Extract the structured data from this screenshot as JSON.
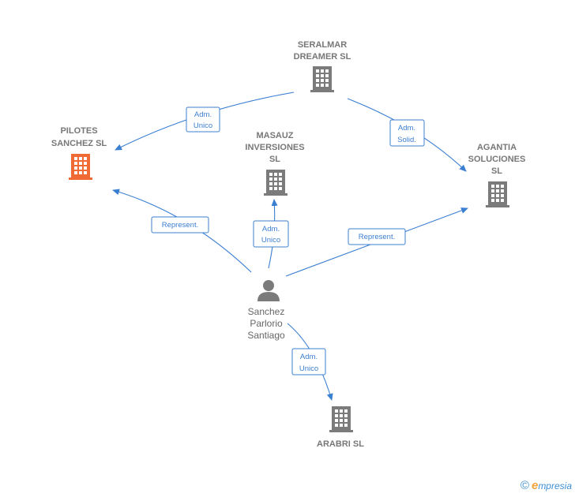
{
  "nodes": {
    "seralmar": {
      "line1": "SERALMAR",
      "line2": "DREAMER SL"
    },
    "pilotes": {
      "line1": "PILOTES",
      "line2": "SANCHEZ  SL"
    },
    "masauz": {
      "line1": "MASAUZ",
      "line2": "INVERSIONES",
      "line3": "SL"
    },
    "agantia": {
      "line1": "AGANTIA",
      "line2": "SOLUCIONES",
      "line3": "SL"
    },
    "arabri": {
      "line1": "ARABRI  SL"
    },
    "person": {
      "line1": "Sanchez",
      "line2": "Parlorio",
      "line3": "Santiago"
    }
  },
  "edges": {
    "seralmar_pilotes": {
      "line1": "Adm.",
      "line2": "Unico"
    },
    "seralmar_agantia": {
      "line1": "Adm.",
      "line2": "Solid."
    },
    "person_pilotes": {
      "line1": "Represent."
    },
    "person_masauz": {
      "line1": "Adm.",
      "line2": "Unico"
    },
    "person_agantia": {
      "line1": "Represent."
    },
    "person_arabri": {
      "line1": "Adm.",
      "line2": "Unico"
    }
  },
  "colors": {
    "edge": "#3b7fd1",
    "building": "#7b7b7b",
    "highlight_building": "#f06a35",
    "brand_blue": "#3d8fd6",
    "brand_orange": "#f2a23a"
  },
  "footer": {
    "copyright_symbol": "©",
    "brand_initial": "e",
    "brand_rest": "mpresia"
  }
}
